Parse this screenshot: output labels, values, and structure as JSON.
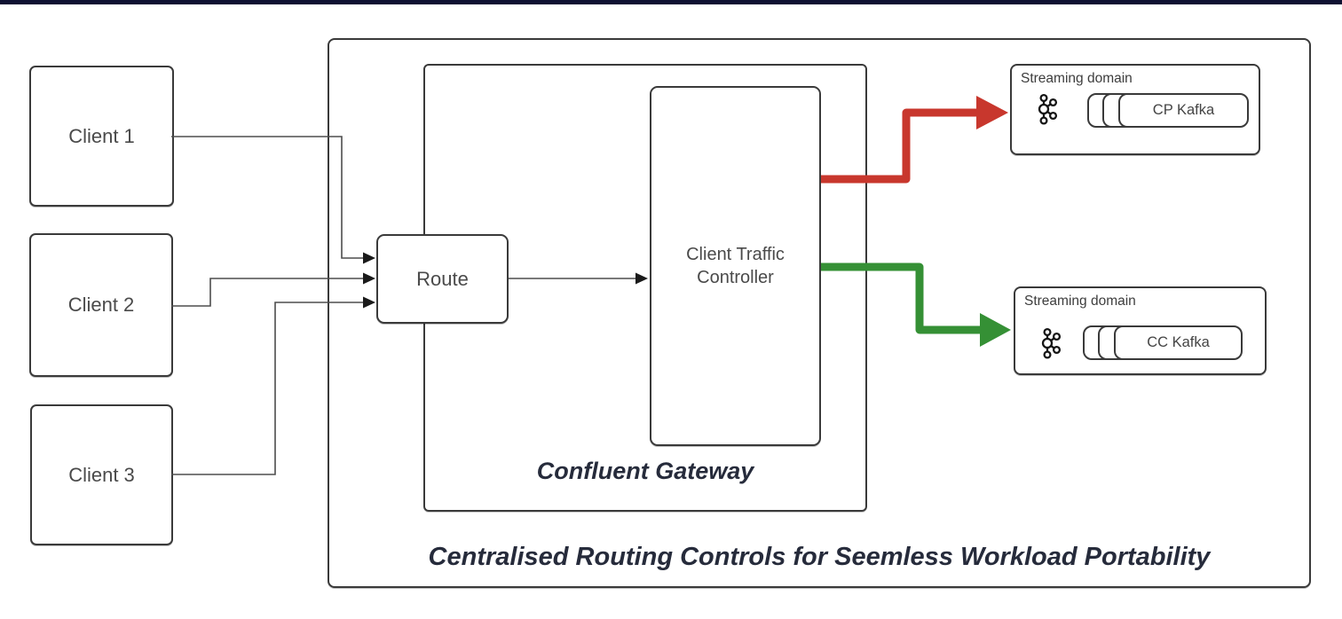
{
  "page": {
    "topbar_color": "#0e1132",
    "background": "#ffffff"
  },
  "clients": [
    {
      "label": "Client 1"
    },
    {
      "label": "Client 2"
    },
    {
      "label": "Client 3"
    }
  ],
  "gateway": {
    "title": "Confluent Gateway",
    "route_label": "Route",
    "controller_label": "Client Traffic Controller"
  },
  "outer_box": {
    "title": "Centralised Routing Controls for Seemless Workload Portability"
  },
  "streaming_domains": [
    {
      "label": "Streaming domain",
      "kafka_label": "CP Kafka"
    },
    {
      "label": "Streaming domain",
      "kafka_label": "CC Kafka"
    }
  ],
  "arrows": {
    "red": "#c8372d",
    "green": "#359035",
    "connector": "#4d4d4d"
  }
}
